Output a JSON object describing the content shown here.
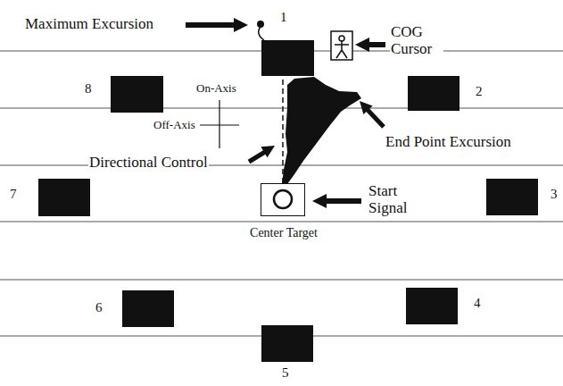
{
  "diagram": {
    "nodes": [
      {
        "text": [
          "1"
        ]
      },
      {
        "text": [
          "2"
        ]
      },
      {
        "text": [
          "3"
        ]
      },
      {
        "text": [
          "4"
        ]
      },
      {
        "text": [
          "5"
        ]
      },
      {
        "text": [
          "6"
        ]
      },
      {
        "text": [
          "7"
        ]
      },
      {
        "text": [
          "8"
        ]
      },
      {
        "text": [
          "Center Target"
        ]
      }
    ],
    "edges": [
      {
        "from": 8,
        "to": 0,
        "arrow": "none"
      }
    ],
    "labels": [
      "Maximum Excursion",
      "COG Cursor",
      "On-Axis",
      "Off-Axis",
      "Directional Control",
      "End Point Excursion",
      "Start Signal"
    ]
  }
}
